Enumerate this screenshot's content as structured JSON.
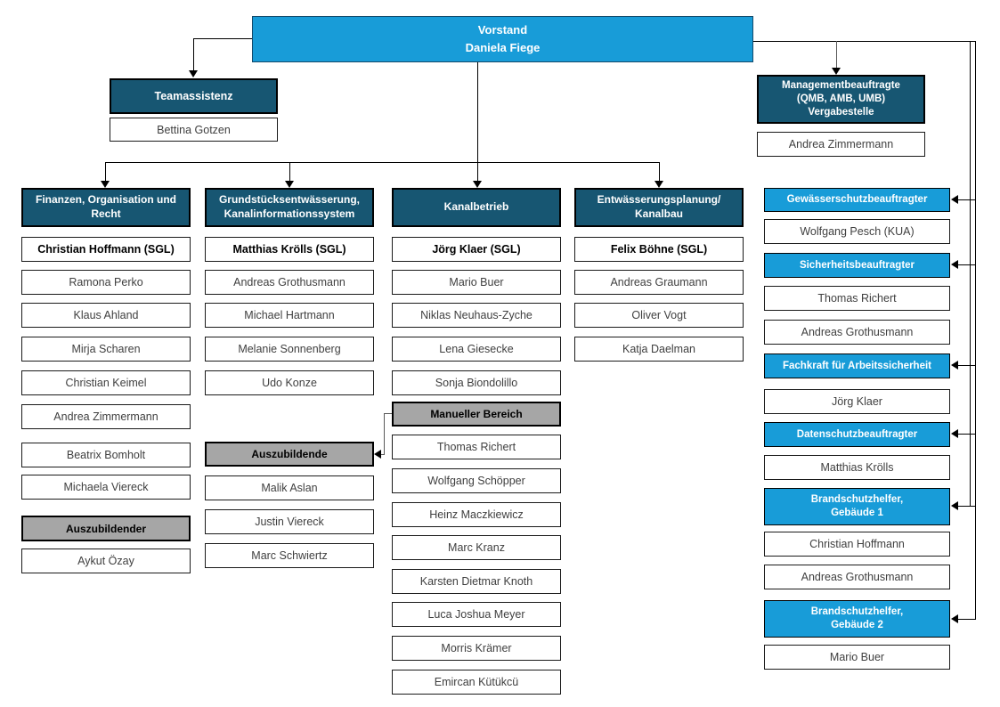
{
  "colors": {
    "accent_blue": "#189cd8",
    "dark_blue": "#175672",
    "section_gray": "#a6a6a6",
    "line_black": "#000000",
    "line_gray": "#595959"
  },
  "vorstand": {
    "title": "Vorstand",
    "person": "Daniela Fiege"
  },
  "teamassistenz": {
    "title": "Teamassistenz",
    "member": "Bettina Gotzen"
  },
  "management": {
    "title": "Managementbeauftragte\n(QMB, AMB, UMB)\nVergabestelle",
    "member": "Andrea Zimmermann"
  },
  "departments": [
    {
      "title": "Finanzen, Organisation und\nRecht",
      "lead": "Christian Hoffmann (SGL)",
      "members": [
        "Ramona Perko",
        "Klaus Ahland",
        "Mirja Scharen",
        "Christian Keimel",
        "Andrea Zimmermann",
        "Beatrix Bomholt",
        "Michaela Viereck"
      ],
      "section": "Auszubildender",
      "section_members": [
        "Aykut Özay"
      ]
    },
    {
      "title": "Grundstücksentwässerung,\nKanalinformationssystem",
      "lead": "Matthias Krölls (SGL)",
      "members": [
        "Andreas Grothusmann",
        "Michael Hartmann",
        "Melanie Sonnenberg",
        "Udo Konze"
      ],
      "section": "Auszubildende",
      "section_members": [
        "Malik Aslan",
        "Justin Viereck",
        "Marc Schwiertz"
      ]
    },
    {
      "title": "Kanalbetrieb",
      "lead": "Jörg Klaer (SGL)",
      "members": [
        "Mario Buer",
        "Niklas Neuhaus-Zyche",
        "Lena Giesecke",
        "Sonja Biondolillo"
      ],
      "section": "Manueller Bereich",
      "section_members": [
        "Thomas Richert",
        "Wolfgang Schöpper",
        "Heinz Maczkiewicz",
        "Marc Kranz",
        "Karsten Dietmar Knoth",
        "Luca Joshua Meyer",
        "Morris Krämer",
        "Emircan Kütükcü"
      ]
    },
    {
      "title": "Entwässerungsplanung/\nKanalbau",
      "lead": "Felix Böhne (SGL)",
      "members": [
        "Andreas Graumann",
        "Oliver Vogt",
        "Katja Daelman"
      ]
    }
  ],
  "roles": [
    {
      "title": "Gewässerschutzbeauftragter",
      "members": [
        "Wolfgang Pesch (KUA)"
      ]
    },
    {
      "title": "Sicherheitsbeauftragter",
      "members": [
        "Thomas Richert",
        "Andreas Grothusmann"
      ]
    },
    {
      "title": "Fachkraft für Arbeitssicherheit",
      "members": [
        "Jörg Klaer"
      ]
    },
    {
      "title": "Datenschutzbeauftragter",
      "members": [
        "Matthias Krölls"
      ]
    },
    {
      "title": "Brandschutzhelfer,\nGebäude 1",
      "members": [
        "Christian Hoffmann",
        "Andreas Grothusmann"
      ]
    },
    {
      "title": "Brandschutzhelfer,\nGebäude 2",
      "members": [
        "Mario Buer"
      ]
    }
  ]
}
